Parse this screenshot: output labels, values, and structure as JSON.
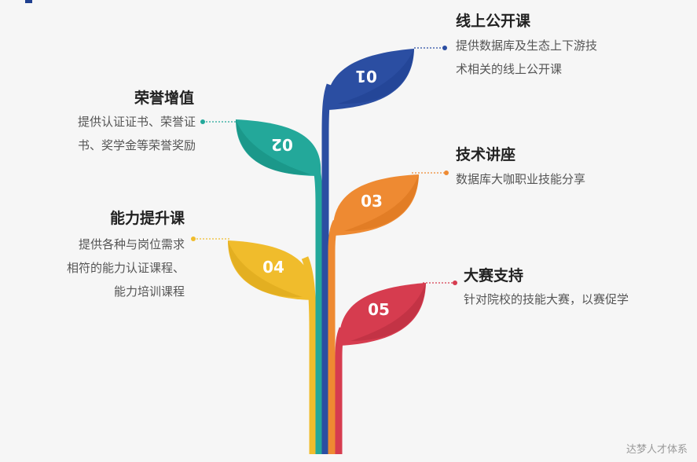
{
  "footer": "达梦人才体系",
  "colors": {
    "s01": "#2b4ea2",
    "s02": "#23a89a",
    "s03": "#ee8a32",
    "s04": "#f0bc2c",
    "s05": "#d63c4f",
    "text": "#222222"
  },
  "items": [
    {
      "num": "01",
      "title": "线上公开课",
      "lines": [
        "提供数据库及生态上下游技",
        "术相关的线上公开课"
      ]
    },
    {
      "num": "02",
      "title": "荣誉增值",
      "lines": [
        "提供认证证书、荣誉证",
        "书、奖学金等荣誉奖励"
      ]
    },
    {
      "num": "03",
      "title": "技术讲座",
      "lines": [
        "数据库大咖职业技能分享"
      ]
    },
    {
      "num": "04",
      "title": "能力提升课",
      "lines": [
        "提供各种与岗位需求",
        "相符的能力认证课程、",
        "能力培训课程"
      ]
    },
    {
      "num": "05",
      "title": "大赛支持",
      "lines": [
        "针对院校的技能大赛，以赛促学"
      ]
    }
  ]
}
